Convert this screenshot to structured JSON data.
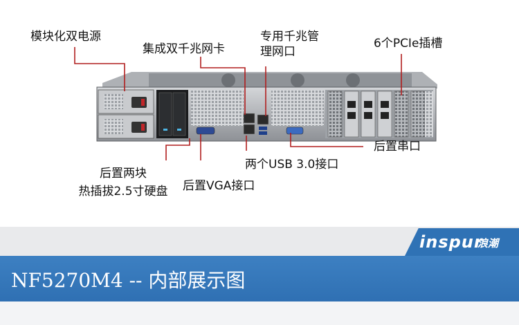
{
  "labels": {
    "power_supply": "模块化双电源",
    "gigabit_card": "集成双千兆网卡",
    "mgmt_port_line1": "专用千兆管",
    "mgmt_port_line2": "理网口",
    "pcie_slots": "6个PCIe插槽",
    "serial_port": "后置串口",
    "usb_ports": "两个USB 3.0接口",
    "vga_port": "后置VGA接口",
    "hdd_line1": "后置两块",
    "hdd_line2": "热插拔2.5寸硬盘"
  },
  "brand": {
    "logo": "inspur",
    "logo_cn": "浪潮"
  },
  "caption": "NF5270M4 -- 内部展示图",
  "colors": {
    "leader_line": "#b01d1d",
    "band_blue": "#3378bb",
    "band_gray": "#e9eaec"
  }
}
